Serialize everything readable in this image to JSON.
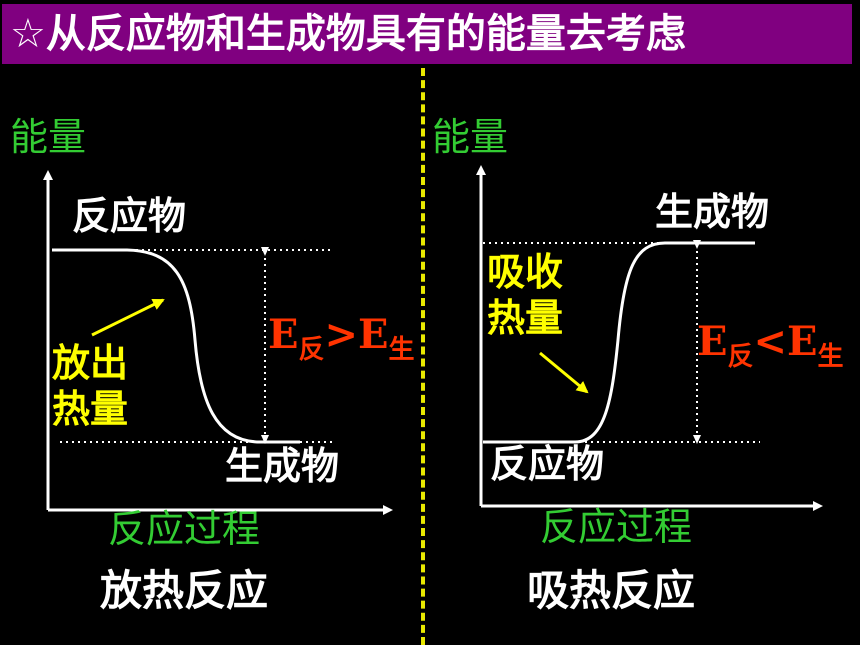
{
  "title": "☆从反应物和生成物具有的能量去考虑",
  "left": {
    "y_label": "能量",
    "x_label": "反应过程",
    "top_label": "反应物",
    "bottom_label": "生成物",
    "note_line1": "放出",
    "note_line2": "热量",
    "rel_e1": "E",
    "rel_sub1": "反",
    "rel_op": ">",
    "rel_e2": "E",
    "rel_sub2": "生",
    "caption": "放热反应"
  },
  "right": {
    "y_label": "能量",
    "x_label": "反应过程",
    "top_label": "生成物",
    "bottom_label": "反应物",
    "note_line1": "吸收",
    "note_line2": "热量",
    "rel_e1": "E",
    "rel_sub1": "反",
    "rel_op": "<",
    "rel_e2": "E",
    "rel_sub2": "生",
    "caption": "吸热反应"
  },
  "colors": {
    "title_bg": "#800080",
    "divider": "#e8e800",
    "axis": "#ffffff",
    "label_green": "#33cc33",
    "note_yellow": "#ffff00",
    "relation_red": "#ff3300"
  }
}
